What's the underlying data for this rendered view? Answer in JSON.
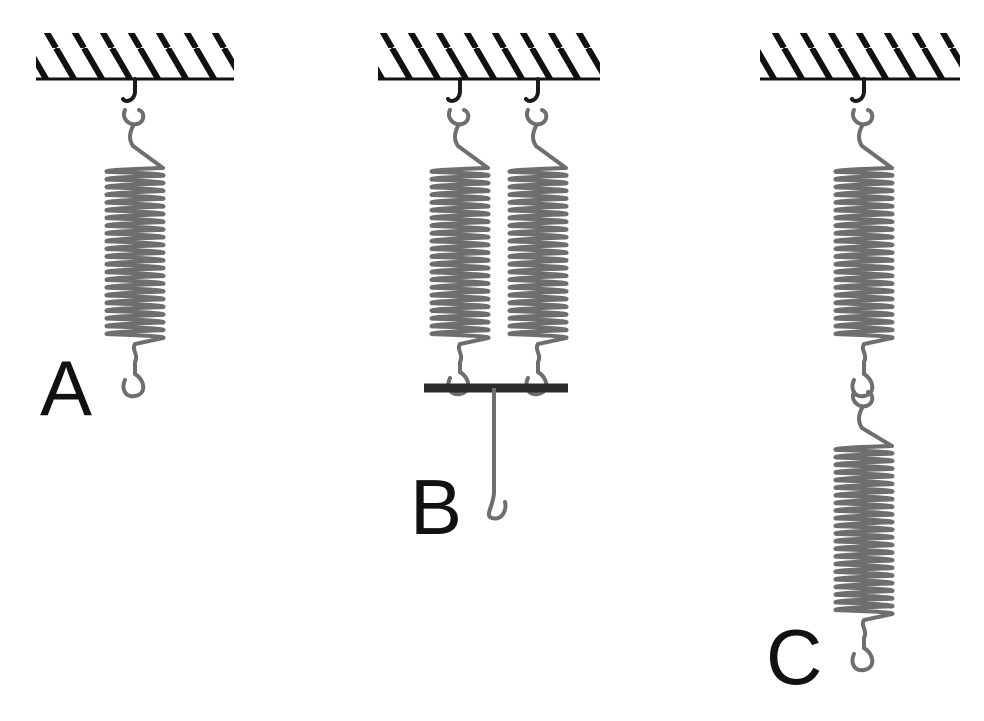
{
  "labels": {
    "a": "A",
    "b": "B",
    "c": "C"
  },
  "colors": {
    "spring": "#6e6e6e",
    "hook_top": "#1a1a1a",
    "bar": "#2b2b2b",
    "hatch": "#111111",
    "text": "#111111"
  }
}
